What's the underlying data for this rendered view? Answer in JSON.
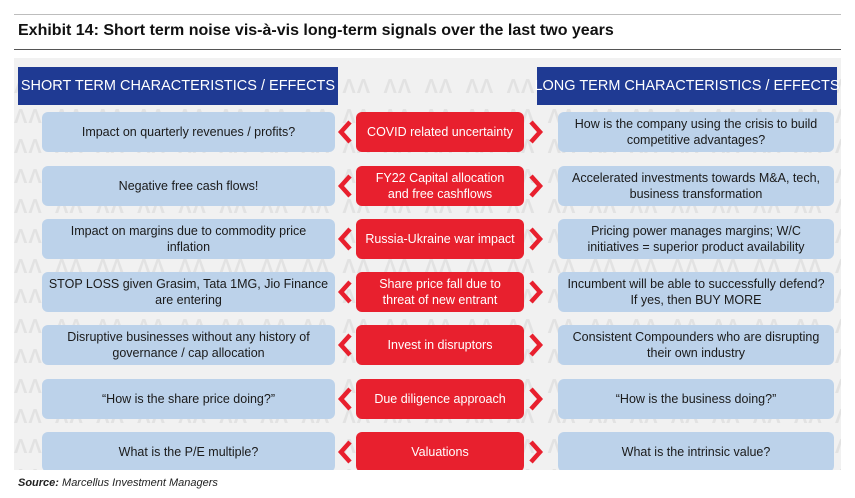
{
  "title": "Exhibit 14: Short term noise vis-à-vis long-term signals over the last two years",
  "headers": {
    "left": "SHORT TERM CHARACTERISTICS / EFFECTS",
    "right": "LONG TERM CHARACTERISTICS / EFFECTS"
  },
  "rows": [
    {
      "left": "Impact on quarterly revenues / profits?",
      "center": "COVID related uncertainty",
      "right": "How is the company using the crisis to build competitive advantages?"
    },
    {
      "left": "Negative free cash flows!",
      "center": "FY22 Capital allocation and free cashflows",
      "right": "Accelerated investments towards M&A, tech, business transformation"
    },
    {
      "left": "Impact on margins due to commodity price inflation",
      "center": "Russia-Ukraine war impact",
      "right": "Pricing power manages margins; W/C initiatives = superior product availability"
    },
    {
      "left": "STOP LOSS given Grasim, Tata 1MG, Jio Finance are entering",
      "center": "Share price fall due to threat of new entrant",
      "right": "Incumbent will be able to successfully defend? If yes, then BUY MORE"
    },
    {
      "left": "Disruptive businesses without any history of governance / cap allocation",
      "center": "Invest in disruptors",
      "right": "Consistent Compounders who are disrupting their own industry"
    },
    {
      "left": "“How is the share price doing?”",
      "center": "Due diligence approach",
      "right": "“How is the business doing?”"
    },
    {
      "left": "What is the P/E multiple?",
      "center": "Valuations",
      "right": "What is the intrinsic value?"
    }
  ],
  "source": {
    "label": "Source:",
    "text": "Marcellus Investment Managers"
  },
  "colors": {
    "header": "#1f3a93",
    "red_box": "#e8202e",
    "blue_box": "#bcd2ea",
    "arrow": "#e8202e"
  }
}
